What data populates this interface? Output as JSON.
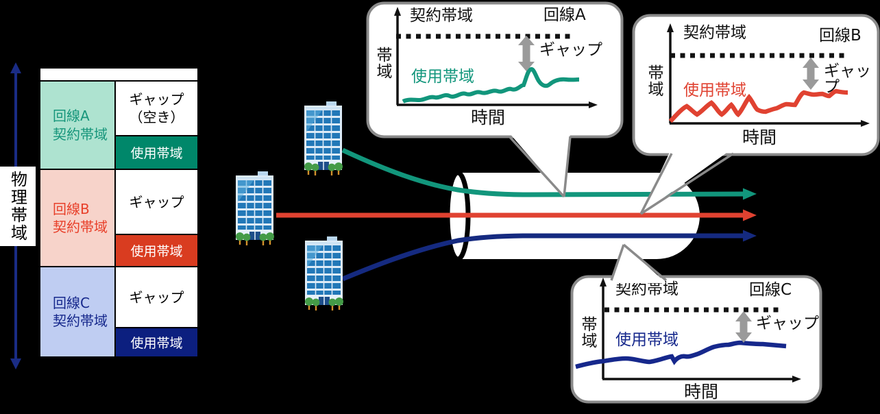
{
  "background_color": "#000000",
  "physical_bandwidth": {
    "label": "物理帯域",
    "arrow_color": "#1a2c85"
  },
  "allocation_table": {
    "header_label": "",
    "sections": [
      {
        "line_id": "A",
        "contract_label": "回線A\n契約帯域",
        "gap_label": "ギャップ\n（空き）",
        "used_label": "使用帯域",
        "contract_bg": "#aee3d0",
        "contract_text_color": "#17967b",
        "gap_bg": "#ffffff",
        "used_bg": "#00876a"
      },
      {
        "line_id": "B",
        "contract_label": "回線B\n契約帯域",
        "gap_label": "ギャップ",
        "used_label": "使用帯域",
        "contract_bg": "#f7d3ca",
        "contract_text_color": "#e8402a",
        "gap_bg": "#ffffff",
        "used_bg": "#d93c20"
      },
      {
        "line_id": "C",
        "contract_label": "回線C\n契約帯域",
        "gap_label": "ギャップ",
        "used_label": "使用帯域",
        "contract_bg": "#bfcdf2",
        "contract_text_color": "#16288c",
        "gap_bg": "#ffffff",
        "used_bg": "#0c1f7f"
      }
    ]
  },
  "network": {
    "buildings_count": 3,
    "pipe_fill": "#ffffff",
    "line_colors": {
      "A": "#12967c",
      "B": "#e04231",
      "C": "#152a80"
    }
  },
  "callouts": [
    {
      "line_name": "回線A",
      "contract_label": "契約帯域",
      "used_label": "使用帯域",
      "gap_label": "ギャップ",
      "y_axis_label": "帯域",
      "x_axis_label": "時間",
      "wave_color": "#12967c"
    },
    {
      "line_name": "回線B",
      "contract_label": "契約帯域",
      "used_label": "使用帯域",
      "gap_label": "ギャップ",
      "y_axis_label": "帯域",
      "x_axis_label": "時間",
      "wave_color": "#e04231"
    },
    {
      "line_name": "回線C",
      "contract_label": "契約帯域",
      "used_label": "使用帯域",
      "gap_label": "ギャップ",
      "y_axis_label": "帯域",
      "x_axis_label": "時間",
      "wave_color": "#16288c"
    }
  ]
}
